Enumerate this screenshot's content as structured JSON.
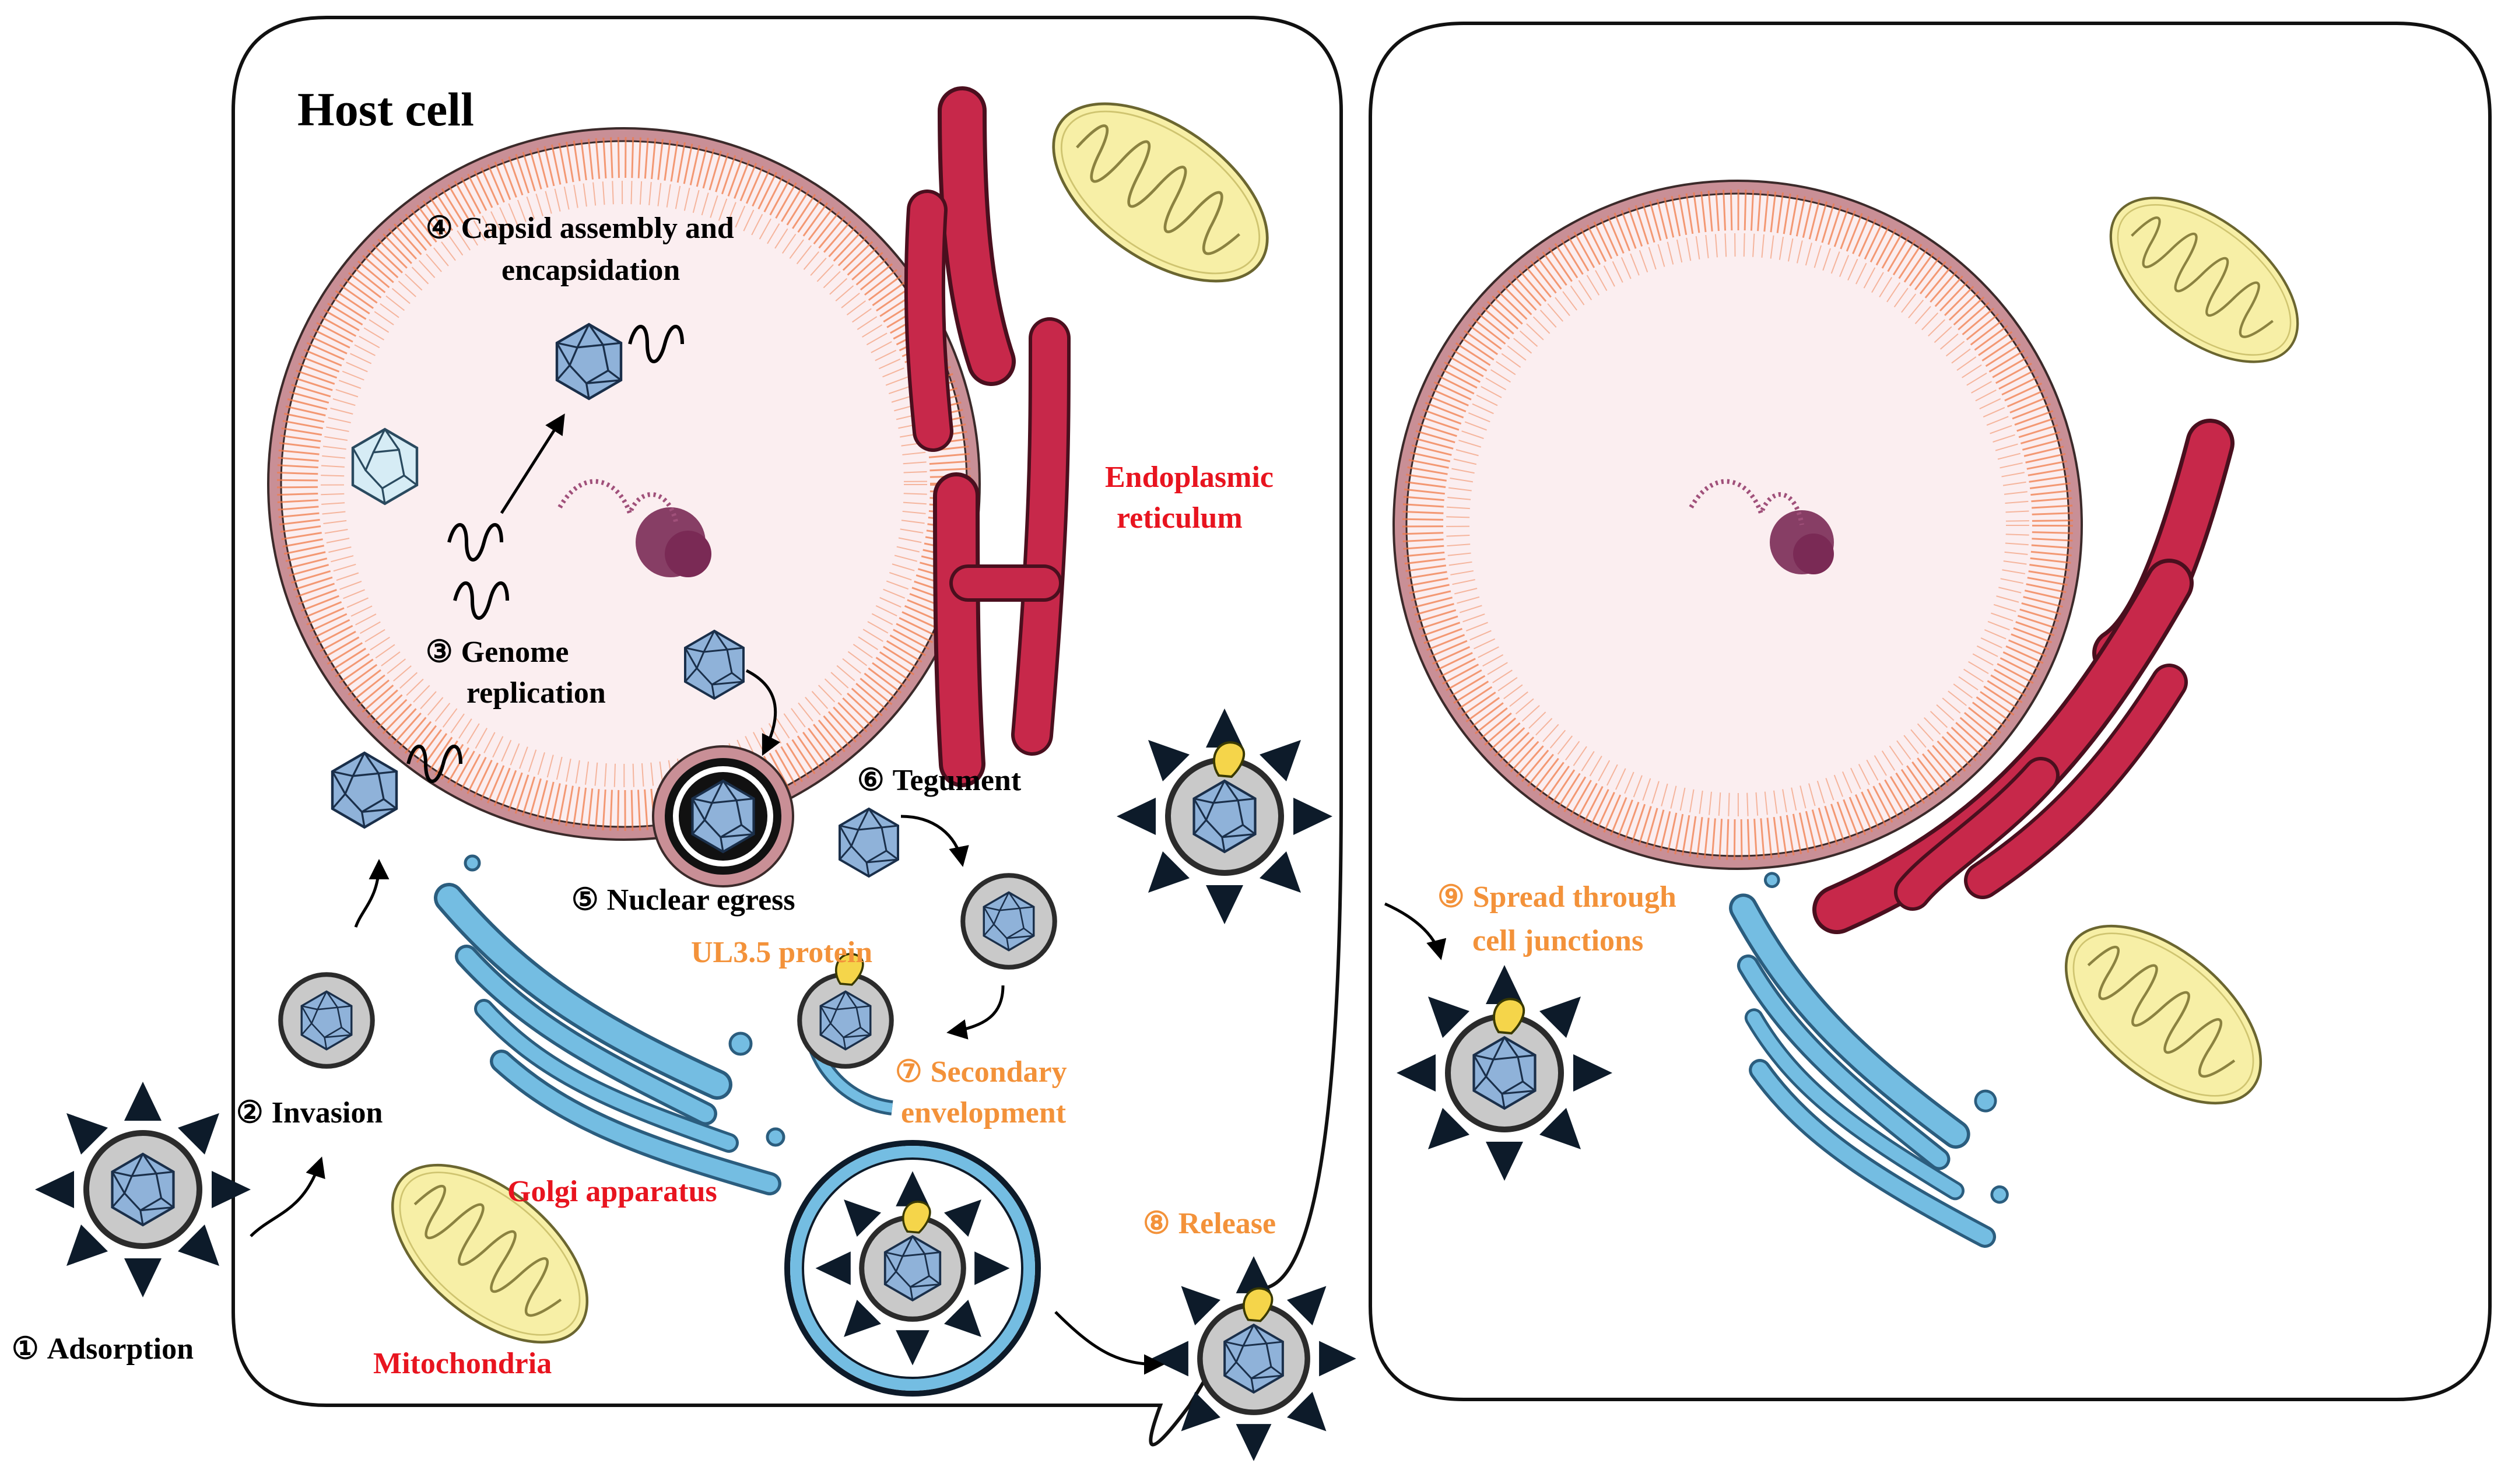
{
  "title": "Host cell",
  "steps": [
    {
      "num": "①",
      "text": "Adsorption"
    },
    {
      "num": "②",
      "text": "Invasion"
    },
    {
      "num": "③",
      "line1": "Genome",
      "line2": "replication"
    },
    {
      "num": "④",
      "line1": "Capsid assembly and",
      "line2": "encapsidation"
    },
    {
      "num": "⑤",
      "text": "Nuclear egress"
    },
    {
      "num": "⑥",
      "text": "Tegument"
    },
    {
      "num": "⑦",
      "line1": "Secondary",
      "line2": "envelopment"
    },
    {
      "num": "⑧",
      "text": "Release"
    },
    {
      "num": "⑨",
      "line1": "Spread through",
      "line2": "cell junctions"
    }
  ],
  "organelles": {
    "er_line1": "Endoplasmic",
    "er_line2": "reticulum",
    "golgi": "Golgi apparatus",
    "mitochondria": "Mitochondria"
  },
  "protein": "UL3.5 protein",
  "colors": {
    "label_black": "#000000",
    "organelle_red": "#e8141f",
    "viral_orange": "#f3923a",
    "nucleus_fill": "#fbeef0",
    "nucleus_dots": "#f07b4a",
    "envelope_membrane": "#c98f96",
    "er": "#c7284a",
    "golgi": "#6fb4d9",
    "mitochondria": "#f5eda0",
    "capsid": "#8fb2d9",
    "virion_shell": "#c9c9c9",
    "spikes": "#0d1b2a"
  }
}
